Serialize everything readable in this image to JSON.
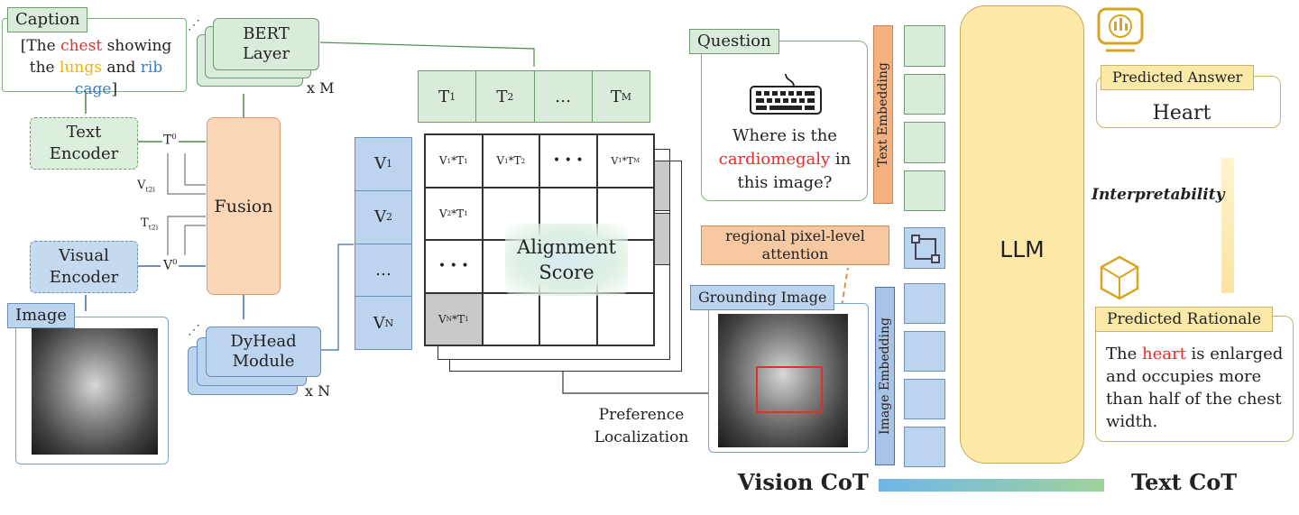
{
  "caption": {
    "tag": "Caption",
    "line1_pre": "[The ",
    "line1_chest": "chest",
    "line1_post": " showing",
    "line2_pre": "the ",
    "line2_lungs": "lungs",
    "line2_mid": " and ",
    "line2_rib": "rib cage",
    "line2_post": "]"
  },
  "bert": {
    "line1": "BERT",
    "line2": "Layer",
    "repeat": "x M"
  },
  "text_encoder": {
    "line1": "Text",
    "line2": "Encoder"
  },
  "visual_encoder": {
    "line1": "Visual",
    "line2": "Encoder"
  },
  "fusion": "Fusion",
  "dyhead": {
    "line1": "DyHead",
    "line2": "Module",
    "repeat": "x N"
  },
  "image_tag": "Image",
  "signals": {
    "T": "T",
    "T_sup": "0",
    "V": "V",
    "V_sup": "0",
    "Vt2i": "V",
    "Vt2i_sub": "t2i",
    "Tt2i": "T",
    "Tt2i_sub": "t2i"
  },
  "t_tokens": [
    {
      "base": "T",
      "sub": "1"
    },
    {
      "base": "T",
      "sub": "2"
    },
    {
      "base": "…",
      "sub": ""
    },
    {
      "base": "T",
      "sub": "M"
    }
  ],
  "v_tokens": [
    {
      "base": "V",
      "sub": "1"
    },
    {
      "base": "V",
      "sub": "2"
    },
    {
      "base": "…",
      "sub": ""
    },
    {
      "base": "V",
      "sub": "N"
    }
  ],
  "matrix": {
    "r1c1": {
      "a": "V",
      "as": "1",
      "b": "*T",
      "bs": "1"
    },
    "r1c2": {
      "a": "V",
      "as": "1",
      "b": "*T",
      "bs": "2"
    },
    "r1c3": "• • •",
    "r1c4": {
      "a": "V",
      "as": "1",
      "b": "*T",
      "bs": "M"
    },
    "r2c1": {
      "a": "V",
      "as": "2",
      "b": "*T",
      "bs": "1"
    },
    "r3c1": "• • •",
    "r4c1": {
      "a": "V",
      "as": "N",
      "b": "*T",
      "bs": "1"
    },
    "score_line1": "Alignment",
    "score_line2": "Score"
  },
  "preference": {
    "line1": "Preference",
    "line2": "Localization"
  },
  "question": {
    "tag": "Question",
    "line1": "Where is the",
    "line2_red": "cardiomegaly",
    "line2_post": " in",
    "line3": "this image?"
  },
  "text_embedding": "Text Embedding",
  "image_embedding": "Image Embedding",
  "regional": {
    "line1": "regional pixel-level",
    "line2": "attention"
  },
  "grounding_tag": "Grounding Image",
  "llm": "LLM",
  "predicted_answer": {
    "tag": "Predicted Answer",
    "value": "Heart"
  },
  "interpretability": "Interpretability",
  "predicted_rationale": {
    "tag": "Predicted Rationale",
    "line1_pre": "The ",
    "line1_red": "heart",
    "line1_post": " is enlarged",
    "line2": "and occupies more",
    "line3": "than half of the chest",
    "line4": "width."
  },
  "vision_cot": "Vision CoT",
  "text_cot": "Text CoT",
  "colors": {
    "red": "#e0302c",
    "yellow": "#f0b400",
    "blue": "#3a7fc4",
    "green_dark": "#4f8a4f"
  },
  "icons": [
    "keyboard-icon",
    "flame-icon",
    "bounding-box-icon",
    "chart-badge-icon",
    "cube-icon"
  ]
}
